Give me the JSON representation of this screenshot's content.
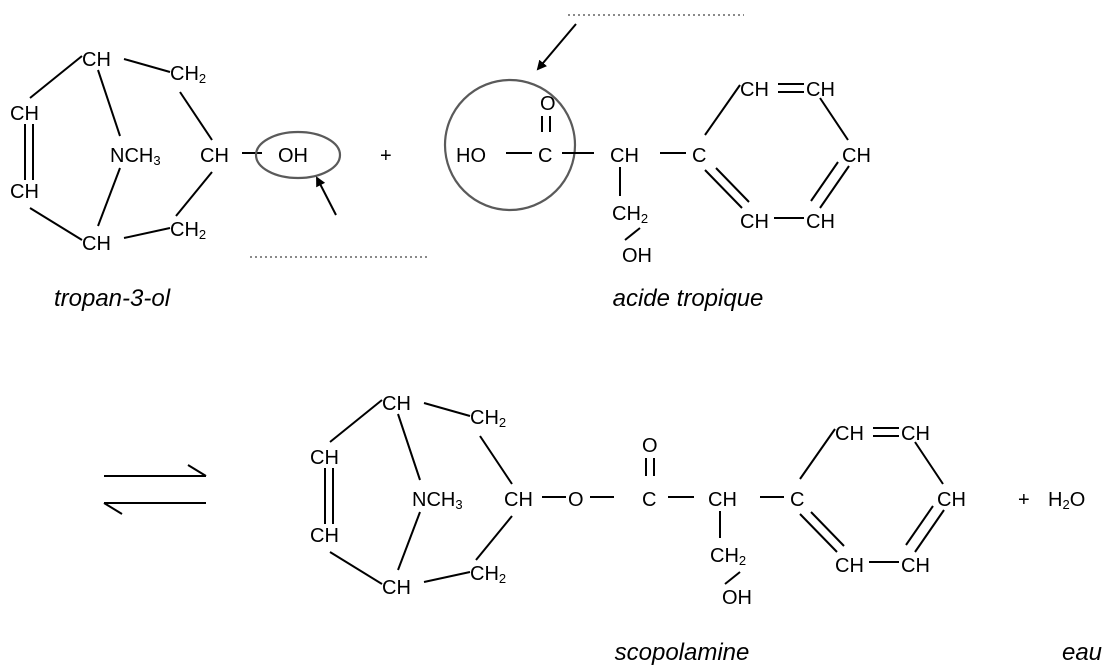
{
  "reaction": {
    "plus_label": "+",
    "reactant_1": {
      "name": "tropan-3-ol",
      "groups": {
        "ch": "CH",
        "ch2": "CH",
        "n": "NCH",
        "oh": "OH",
        "sub2": "2",
        "sub3": "3"
      }
    },
    "reactant_2": {
      "name": "acide tropique",
      "groups": {
        "ho": "HO",
        "c": "C",
        "o": "O",
        "ch": "CH",
        "ch2": "CH",
        "oh": "OH",
        "sub2": "2"
      }
    },
    "product_1": {
      "name": "scopolamine",
      "groups": {
        "ch": "CH",
        "ch2": "CH",
        "n": "NCH",
        "o": "O",
        "c": "C",
        "oh": "OH",
        "sub2": "2",
        "sub3": "3"
      }
    },
    "product_2": {
      "name": "eau",
      "formula_h": "H",
      "formula_sub": "2",
      "formula_o": "O"
    }
  }
}
